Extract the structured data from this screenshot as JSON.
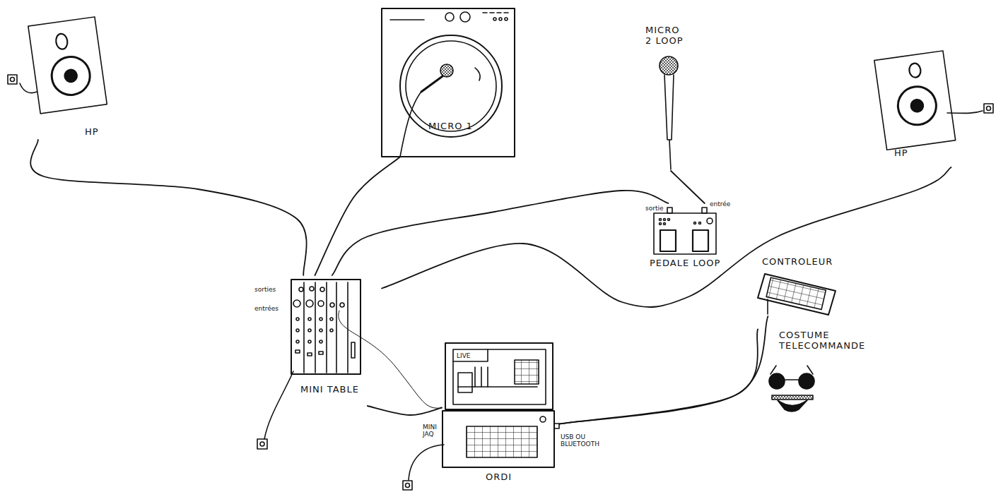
{
  "diagram": {
    "nodes": [
      {
        "text": [
          "HP"
        ]
      },
      {
        "text": [
          "MICRO 1"
        ]
      },
      {
        "text": [
          "MICRO 2 LOOP"
        ]
      },
      {
        "text": [
          "HP"
        ]
      },
      {
        "text": [
          "PEDALE LOOP"
        ]
      },
      {
        "text": [
          "CONTROLEUR"
        ]
      },
      {
        "text": [
          "MINI TABLE"
        ]
      },
      {
        "text": [
          "COSTUME TELECOMMANDE"
        ]
      },
      {
        "text": [
          "ORDI"
        ]
      }
    ],
    "edges": [
      {
        "from": 0,
        "to": 6,
        "arrow": "none"
      },
      {
        "from": 1,
        "to": 6,
        "arrow": "none"
      },
      {
        "from": 4,
        "to": 6,
        "arrow": "none"
      },
      {
        "from": 2,
        "to": 4,
        "arrow": "none"
      },
      {
        "from": 6,
        "to": 3,
        "arrow": "none"
      },
      {
        "from": 6,
        "to": 8,
        "arrow": "none"
      },
      {
        "from": 8,
        "to": 5,
        "arrow": "none"
      },
      {
        "from": 8,
        "to": 7,
        "arrow": "none"
      }
    ],
    "labels": [
      "sorties",
      "entrées",
      "LIVE",
      "MINI JAQ",
      "USB OU BLUETOOTH",
      "sortie",
      "entrée"
    ]
  }
}
